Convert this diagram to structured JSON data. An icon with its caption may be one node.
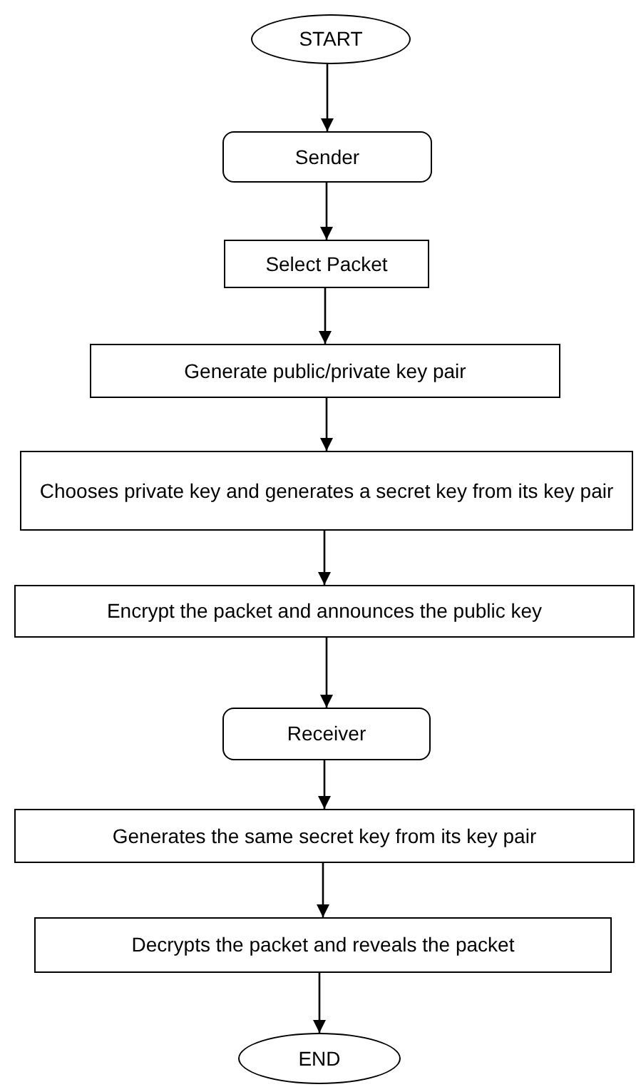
{
  "diagram": {
    "nodes": [
      {
        "text": [
          "START"
        ]
      },
      {
        "text": [
          "Sender"
        ]
      },
      {
        "text": [
          "Select Packet"
        ]
      },
      {
        "text": [
          "Generate public/private key pair"
        ]
      },
      {
        "text": [
          "Chooses private key and generates a secret key from its key pair"
        ]
      },
      {
        "text": [
          "Encrypt the packet and announces the public key"
        ]
      },
      {
        "text": [
          "Receiver"
        ]
      },
      {
        "text": [
          "Generates the same secret key from its key pair"
        ]
      },
      {
        "text": [
          "Decrypts the packet and reveals the packet"
        ]
      },
      {
        "text": [
          "END"
        ]
      }
    ],
    "edges": [
      {
        "from": 0,
        "to": 1,
        "arrow": "to"
      },
      {
        "from": 1,
        "to": 2,
        "arrow": "to"
      },
      {
        "from": 2,
        "to": 3,
        "arrow": "to"
      },
      {
        "from": 3,
        "to": 4,
        "arrow": "to"
      },
      {
        "from": 4,
        "to": 5,
        "arrow": "to"
      },
      {
        "from": 5,
        "to": 6,
        "arrow": "to"
      },
      {
        "from": 6,
        "to": 7,
        "arrow": "to"
      },
      {
        "from": 7,
        "to": 8,
        "arrow": "to"
      },
      {
        "from": 8,
        "to": 9,
        "arrow": "to"
      }
    ]
  }
}
